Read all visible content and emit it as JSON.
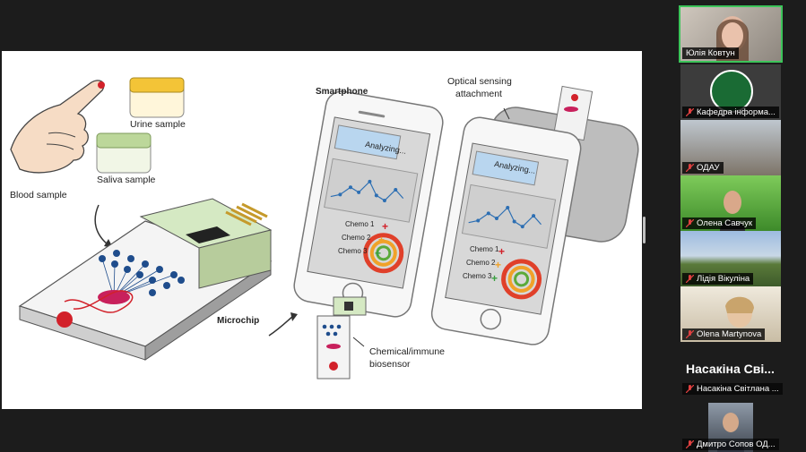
{
  "slide": {
    "labels": {
      "smartphone": "Smartphone",
      "optical": "Optical sensing",
      "optical2": "attachment",
      "urine": "Urine sample",
      "saliva": "Saliva sample",
      "blood": "Blood sample",
      "microchip": "Microchip",
      "chem": "Chemical/immune",
      "chem2": "biosensor",
      "analyzing": "Analyzing...",
      "chemo1": "Chemo 1",
      "chemo2": "Chemo 2",
      "chemo3": "Chemo 3"
    }
  },
  "participants": {
    "p1": "Юлія Ковтун",
    "p2": "Кафедра інформа...",
    "p3": "ОДАУ",
    "p4": "Олена Савчук",
    "p5": "Лідія Вікуліна",
    "p6": "Olena Martynova",
    "big": "Насакіна Сві...",
    "p7": "Насакіна Світлана ...",
    "p8": "Дмитро Сопов ОД..."
  }
}
